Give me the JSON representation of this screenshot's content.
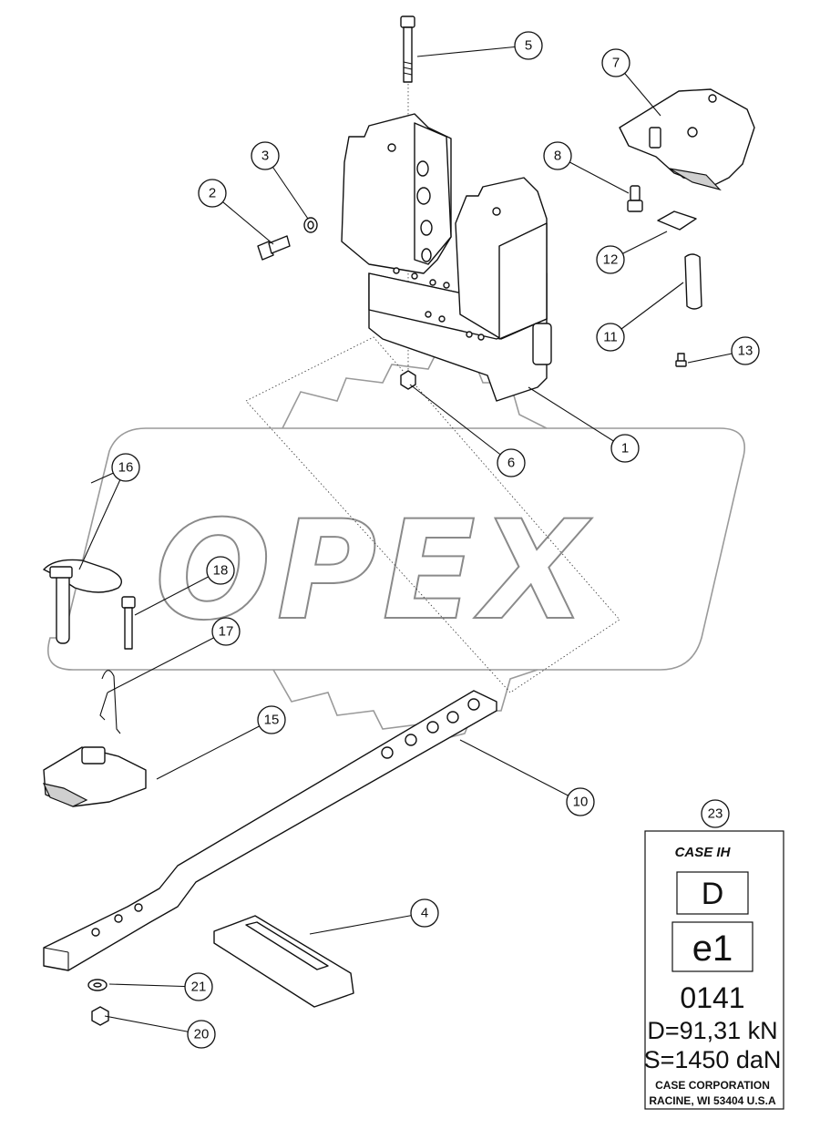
{
  "watermark": {
    "text": "OPEX"
  },
  "callouts": {
    "c1": "1",
    "c2": "2",
    "c3": "3",
    "c4": "4",
    "c5": "5",
    "c6": "6",
    "c7": "7",
    "c8": "8",
    "c10": "10",
    "c11": "11",
    "c12": "12",
    "c13": "13",
    "c15": "15",
    "c16": "16",
    "c17": "17",
    "c18": "18",
    "c20": "20",
    "c21": "21",
    "c23": "23"
  },
  "nameplate": {
    "brand": "CASE IH",
    "class_label": "D",
    "approval_mark": "e1",
    "approval_number": "0141",
    "d_value": "D=91,31 kN",
    "s_value": "S=1450 daN",
    "company_line1": "CASE CORPORATION",
    "company_line2": "RACINE, WI 53404 U.S.A"
  }
}
